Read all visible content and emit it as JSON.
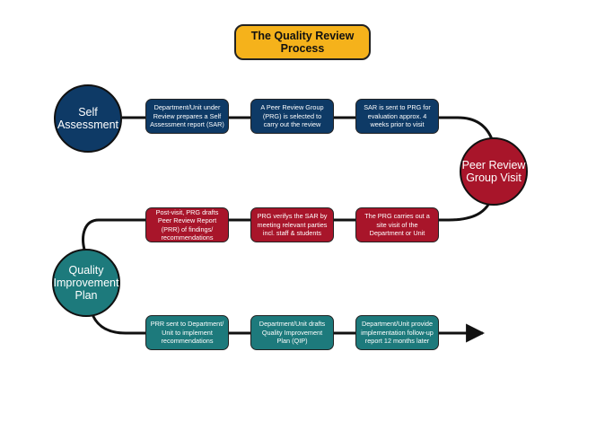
{
  "title": "The Quality Review Process",
  "stages": {
    "self_assessment": {
      "label": "Self Assessment",
      "color": "#0e3a66",
      "steps": [
        "Department/Unit under Review prepares a Self Assessment report (SAR)",
        "A Peer Review Group (PRG) is selected to carry out the review",
        "SAR is sent to PRG for evaluation approx. 4 weeks prior to visit"
      ]
    },
    "peer_review_visit": {
      "label": "Peer Review Group Visit",
      "color": "#a8152a",
      "steps": [
        "The PRG carries out a site visit of the Department or Unit",
        "PRG verifys the SAR by meeting relevant parties incl. staff & students",
        "Post-visit, PRG drafts Peer Review Report (PRR) of findings/ recommendations"
      ]
    },
    "quality_improvement": {
      "label": "Quality Improvement Plan",
      "color": "#1d7a7c",
      "steps": [
        "PRR sent to Department/ Unit to implement recommendations",
        "Department/Unit drafts Quality Improvement Plan (QIP)",
        "Department/Unit provide implementation follow-up report 12 months later"
      ]
    }
  },
  "title_color": "#f5b21b"
}
